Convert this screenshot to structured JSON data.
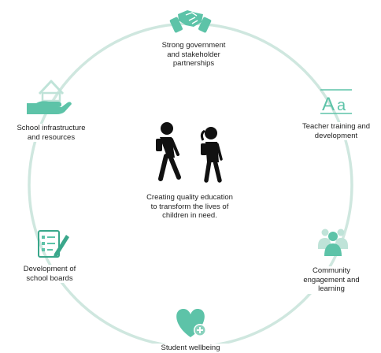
{
  "colors": {
    "ring": "#cfe7df",
    "accent": "#5dc3a8",
    "accent_dark": "#3aa78b",
    "figure": "#111111"
  },
  "center": {
    "icon": "students-walking-icon",
    "text": "Creating quality education\nto transform the lives of\nchildren in need."
  },
  "pillars": [
    {
      "key": "government",
      "icon": "handshake-icon",
      "label": "Strong government\nand stakeholder\npartnerships"
    },
    {
      "key": "teacher",
      "icon": "typography-aa-icon",
      "label": "Teacher training and\ndevelopment"
    },
    {
      "key": "community",
      "icon": "group-of-people-icon",
      "label": "Community\nengagement and\nlearning"
    },
    {
      "key": "wellbeing",
      "icon": "heart-plus-icon",
      "label": "Student wellbeing"
    },
    {
      "key": "boards",
      "icon": "checklist-pencil-icon",
      "label": "Development of\nschool boards"
    },
    {
      "key": "infrastructure",
      "icon": "house-in-hand-icon",
      "label": "School infrastructure\nand resources"
    }
  ]
}
